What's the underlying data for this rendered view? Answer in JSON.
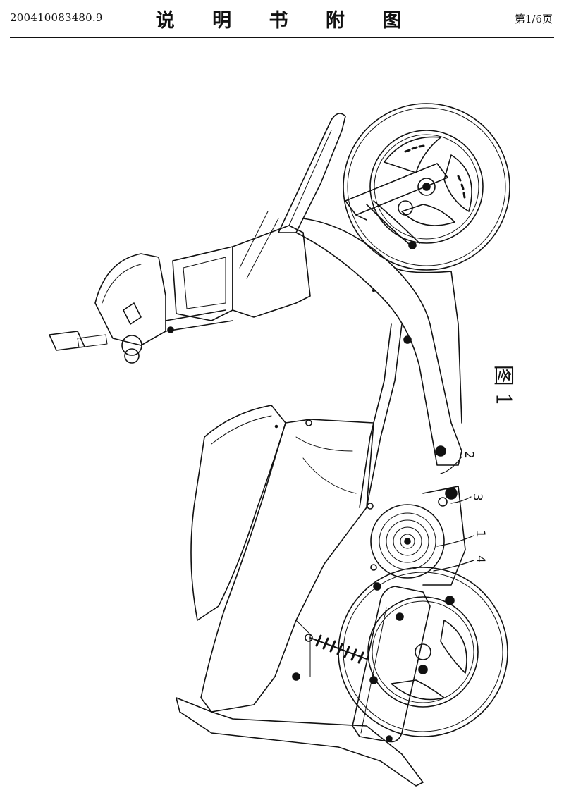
{
  "header": {
    "application_number": "200410083480.9",
    "title": "说 明 书 附 图",
    "page": "第1/6页"
  },
  "figure": {
    "label": "图 1",
    "callouts": [
      "1",
      "2",
      "3",
      "4"
    ]
  }
}
